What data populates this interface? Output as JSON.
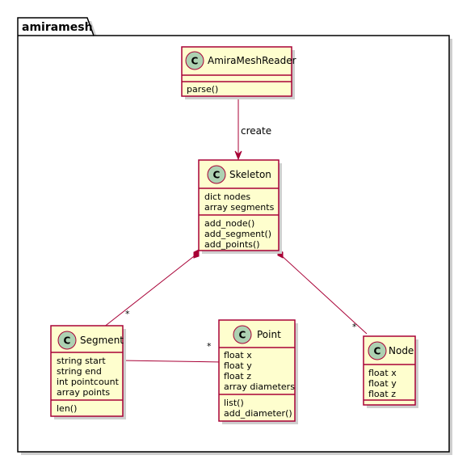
{
  "package": {
    "name": "amiramesh"
  },
  "classes": {
    "amira": {
      "name": "AmiraMeshReader",
      "stereotype": "C",
      "attributes": [],
      "methods": [
        "parse()"
      ]
    },
    "skeleton": {
      "name": "Skeleton",
      "stereotype": "C",
      "attributes": [
        "dict nodes",
        "array segments"
      ],
      "methods": [
        "add_node()",
        "add_segment()",
        "add_points()"
      ]
    },
    "segment": {
      "name": "Segment",
      "stereotype": "C",
      "attributes": [
        "string start",
        "string end",
        "int pointcount",
        "array points"
      ],
      "methods": [
        "len()"
      ]
    },
    "point": {
      "name": "Point",
      "stereotype": "C",
      "attributes": [
        "float x",
        "float y",
        "float z",
        "array diameters"
      ],
      "methods": [
        "list()",
        "add_diameter()"
      ]
    },
    "node": {
      "name": "Node",
      "stereotype": "C",
      "attributes": [
        "float x",
        "float y",
        "float z"
      ],
      "methods": []
    }
  },
  "relations": {
    "create": {
      "label": "create"
    },
    "skeleton_segment": {
      "multiplicity": "*"
    },
    "skeleton_node": {
      "multiplicity": "*"
    },
    "segment_point": {
      "multiplicity": "*"
    }
  },
  "colors": {
    "class_fill": "#FEFECE",
    "border": "#A80036",
    "spot": "#ADD1B2"
  }
}
